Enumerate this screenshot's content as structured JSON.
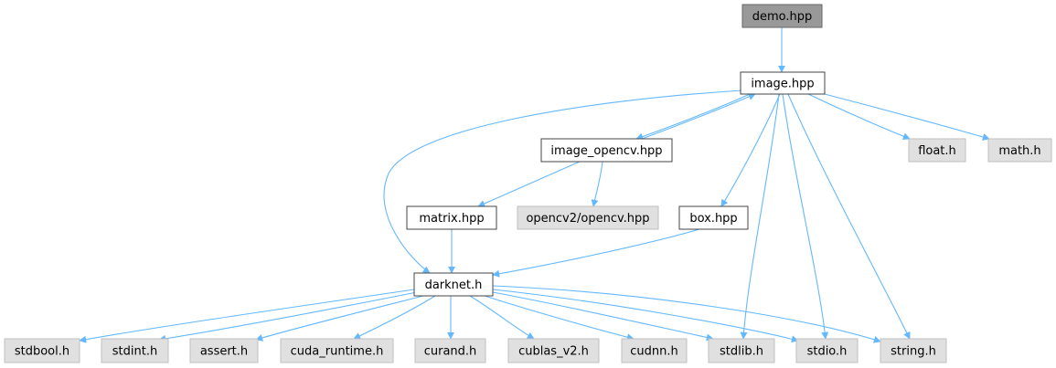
{
  "colors": {
    "edge": "#63b8ff",
    "root_fill": "#999999",
    "root_stroke": "#666666",
    "local_fill": "#ffffff",
    "local_stroke": "#444444",
    "system_fill": "#e0e0e0",
    "system_stroke": "#bfbfbf"
  },
  "nodes": [
    {
      "id": "demo_hpp",
      "label": "demo.hpp",
      "kind": "root"
    },
    {
      "id": "image_hpp",
      "label": "image.hpp",
      "kind": "local"
    },
    {
      "id": "image_opencv_hpp",
      "label": "image_opencv.hpp",
      "kind": "local"
    },
    {
      "id": "float_h",
      "label": "float.h",
      "kind": "system"
    },
    {
      "id": "math_h",
      "label": "math.h",
      "kind": "system"
    },
    {
      "id": "matrix_hpp",
      "label": "matrix.hpp",
      "kind": "local"
    },
    {
      "id": "opencv2_opencv_hpp",
      "label": "opencv2/opencv.hpp",
      "kind": "system"
    },
    {
      "id": "box_hpp",
      "label": "box.hpp",
      "kind": "local"
    },
    {
      "id": "darknet_h",
      "label": "darknet.h",
      "kind": "local"
    },
    {
      "id": "stdbool_h",
      "label": "stdbool.h",
      "kind": "system"
    },
    {
      "id": "stdint_h",
      "label": "stdint.h",
      "kind": "system"
    },
    {
      "id": "assert_h",
      "label": "assert.h",
      "kind": "system"
    },
    {
      "id": "cuda_runtime_h",
      "label": "cuda_runtime.h",
      "kind": "system"
    },
    {
      "id": "curand_h",
      "label": "curand.h",
      "kind": "system"
    },
    {
      "id": "cublas_v2_h",
      "label": "cublas_v2.h",
      "kind": "system"
    },
    {
      "id": "cudnn_h",
      "label": "cudnn.h",
      "kind": "system"
    },
    {
      "id": "stdlib_h",
      "label": "stdlib.h",
      "kind": "system"
    },
    {
      "id": "stdio_h",
      "label": "stdio.h",
      "kind": "system"
    },
    {
      "id": "string_h",
      "label": "string.h",
      "kind": "system"
    }
  ],
  "edges": [
    {
      "from": "demo_hpp",
      "to": "image_hpp"
    },
    {
      "from": "image_hpp",
      "to": "image_opencv_hpp"
    },
    {
      "from": "image_opencv_hpp",
      "to": "image_hpp"
    },
    {
      "from": "image_hpp",
      "to": "darknet_h"
    },
    {
      "from": "image_hpp",
      "to": "box_hpp"
    },
    {
      "from": "image_hpp",
      "to": "float_h"
    },
    {
      "from": "image_hpp",
      "to": "math_h"
    },
    {
      "from": "image_hpp",
      "to": "stdlib_h"
    },
    {
      "from": "image_hpp",
      "to": "stdio_h"
    },
    {
      "from": "image_hpp",
      "to": "string_h"
    },
    {
      "from": "image_opencv_hpp",
      "to": "matrix_hpp"
    },
    {
      "from": "image_opencv_hpp",
      "to": "opencv2_opencv_hpp"
    },
    {
      "from": "matrix_hpp",
      "to": "darknet_h"
    },
    {
      "from": "box_hpp",
      "to": "darknet_h"
    },
    {
      "from": "darknet_h",
      "to": "stdbool_h"
    },
    {
      "from": "darknet_h",
      "to": "stdint_h"
    },
    {
      "from": "darknet_h",
      "to": "assert_h"
    },
    {
      "from": "darknet_h",
      "to": "cuda_runtime_h"
    },
    {
      "from": "darknet_h",
      "to": "curand_h"
    },
    {
      "from": "darknet_h",
      "to": "cublas_v2_h"
    },
    {
      "from": "darknet_h",
      "to": "cudnn_h"
    },
    {
      "from": "darknet_h",
      "to": "stdlib_h"
    },
    {
      "from": "darknet_h",
      "to": "stdio_h"
    },
    {
      "from": "darknet_h",
      "to": "string_h"
    }
  ]
}
